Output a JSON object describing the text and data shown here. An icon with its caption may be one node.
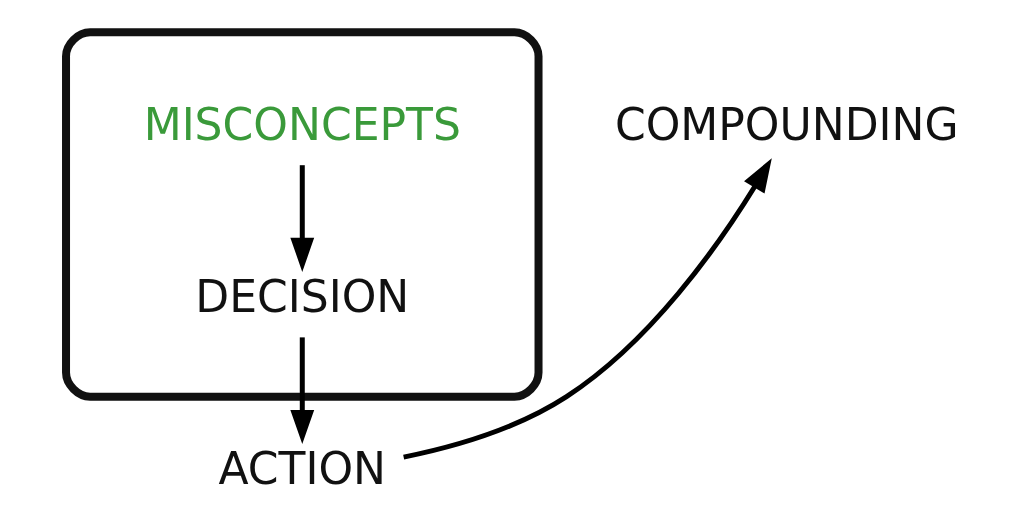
{
  "diagram": {
    "nodes": [
      {
        "text": [],
        "shape": "cloud"
      },
      {
        "text": [
          "MISCONCEPTS"
        ],
        "in": 0
      },
      {
        "text": [
          "DECISION"
        ],
        "in": 0
      },
      {
        "text": [
          "ACTION"
        ]
      },
      {
        "text": [
          "COMPOUNDING"
        ]
      }
    ],
    "edges": [
      {
        "from": 1,
        "to": 2,
        "arrow": "to"
      },
      {
        "from": 2,
        "to": 3,
        "arrow": "to"
      },
      {
        "from": 3,
        "to": 4,
        "arrow": "to"
      }
    ]
  }
}
